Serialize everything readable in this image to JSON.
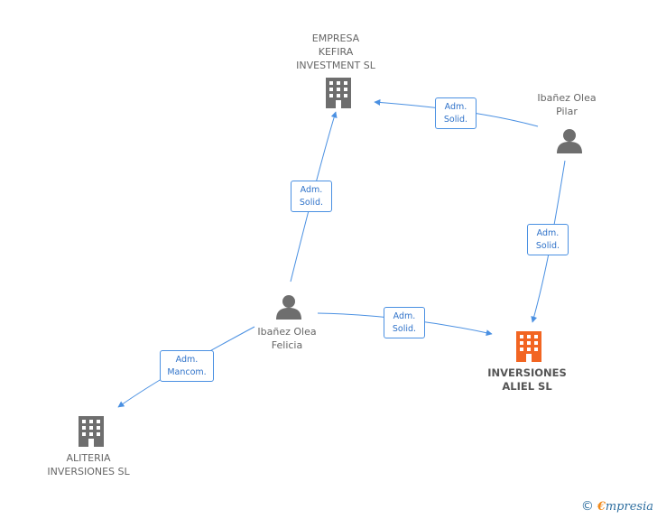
{
  "nodes": {
    "kefira": {
      "label": "EMPRESA\nKEFIRA\nINVESTMENT SL",
      "type": "company"
    },
    "pilar": {
      "label": "Ibañez Olea\nPilar",
      "type": "person"
    },
    "felicia": {
      "label": "Ibañez Olea\nFelicia",
      "type": "person"
    },
    "aliel": {
      "label": "INVERSIONES\nALIEL SL",
      "type": "company",
      "highlighted": true
    },
    "aliteria": {
      "label": "ALITERIA\nINVERSIONES SL",
      "type": "company"
    }
  },
  "edges": {
    "pilar_kefira": {
      "label": "Adm.\nSolid."
    },
    "felicia_kefira": {
      "label": "Adm.\nSolid."
    },
    "pilar_aliel": {
      "label": "Adm.\nSolid."
    },
    "felicia_aliel": {
      "label": "Adm.\nSolid."
    },
    "felicia_aliteria": {
      "label": "Adm.\nMancom."
    }
  },
  "colors": {
    "edge": "#4a90e2",
    "node": "#6e6e6e",
    "highlight": "#f26522"
  },
  "footer": {
    "copyright_symbol": "©",
    "brand_initial": "€",
    "brand_rest": "mpresia"
  }
}
